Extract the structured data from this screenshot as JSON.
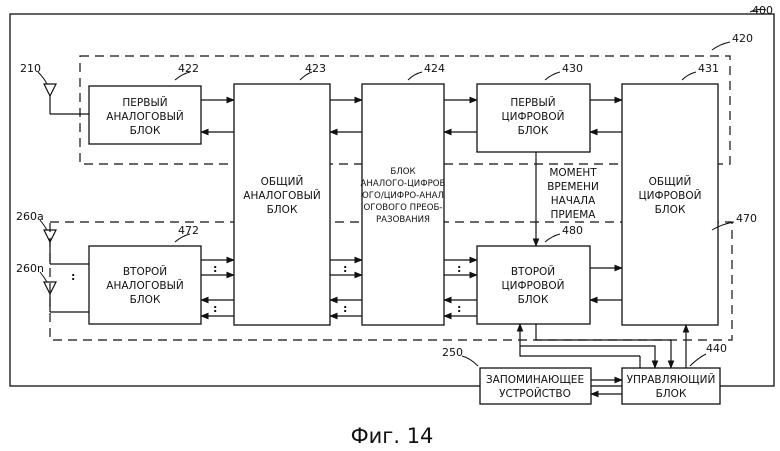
{
  "figure": {
    "caption": "Фиг. 14",
    "refs": {
      "r400": "400",
      "r420": "420",
      "r470": "470",
      "r422": "422",
      "r423": "423",
      "r424": "424",
      "r430": "430",
      "r431": "431",
      "r472": "472",
      "r480": "480",
      "r440": "440",
      "r250": "250",
      "r210": "210",
      "r260a": "260a",
      "r260n": "260n"
    },
    "blocks": {
      "first_analog": [
        "ПЕРВЫЙ",
        "АНАЛОГОВЫЙ",
        "БЛОК"
      ],
      "second_analog": [
        "ВТОРОЙ",
        "АНАЛОГОВЫЙ",
        "БЛОК"
      ],
      "common_analog": [
        "ОБЩИЙ",
        "АНАЛОГОВЫЙ",
        "БЛОК"
      ],
      "adc_dac": [
        "БЛОК",
        "АНАЛОГО-ЦИФРОВ",
        "ОГО/ЦИФРО-АНАЛ",
        "ОГОВОГО ПРЕОБ-",
        "РАЗОВАНИЯ"
      ],
      "first_digital": [
        "ПЕРВЫЙ",
        "ЦИФРОВОЙ",
        "БЛОК"
      ],
      "second_digital": [
        "ВТОРОЙ",
        "ЦИФРОВОЙ",
        "БЛОК"
      ],
      "common_digital": [
        "ОБЩИЙ",
        "ЦИФРОВОЙ",
        "БЛОК"
      ],
      "memory": [
        "ЗАПОМИНАЮЩЕЕ",
        "УСТРОЙСТВО"
      ],
      "control": [
        "УПРАВЛЯЮЩИЙ",
        "БЛОК"
      ]
    },
    "signal_label": [
      "МОМЕНТ",
      "ВРЕМЕНИ",
      "НАЧАЛА",
      "ПРИЕМА"
    ]
  }
}
